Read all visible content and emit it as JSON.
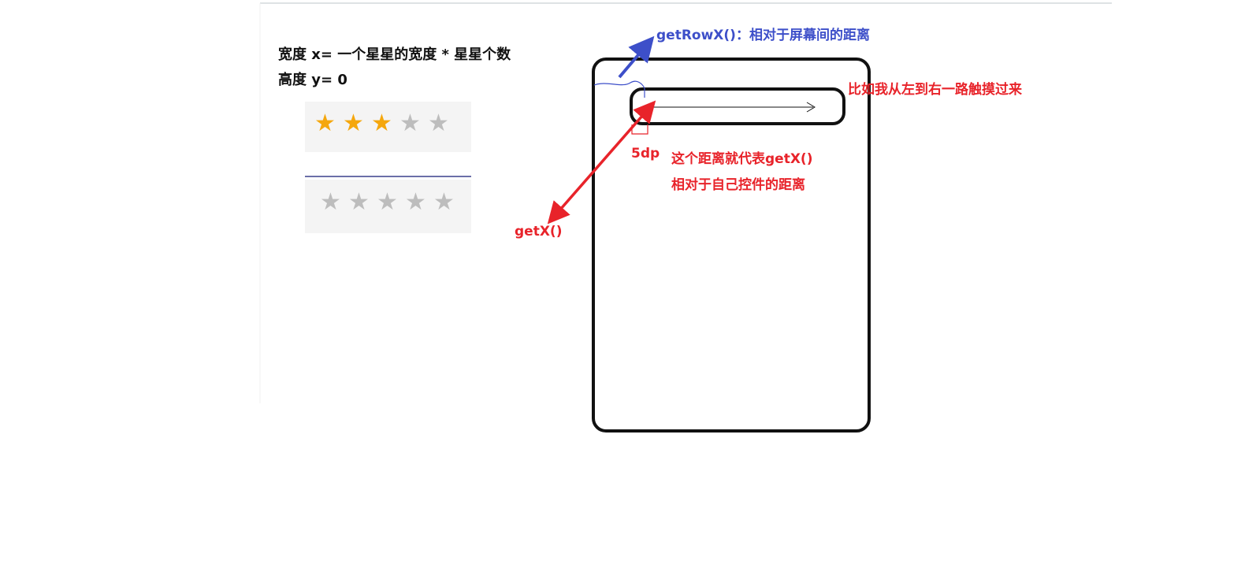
{
  "labels": {
    "width_formula": "宽度 x= 一个星星的宽度 * 星星个数",
    "height_formula": "高度 y= 0",
    "get_row_x": "getRowX()：相对于屏幕间的距离",
    "touch_note": "比如我从左到右一路触摸过来",
    "offset": "5dp",
    "get_x_desc_1": "这个距离就代表getX()",
    "get_x_desc_2": "相对于自己控件的距离",
    "get_x": "getX()"
  },
  "rating_bars": [
    {
      "filled": 3,
      "total": 5
    },
    {
      "filled": 0,
      "total": 5
    }
  ],
  "colors": {
    "blue_annotation": "#3d4fc9",
    "red_annotation": "#e8232a",
    "star_filled": "#f5a70d",
    "star_empty": "#bdbdbd",
    "outline": "#111111"
  },
  "icons": {
    "star": "star-icon",
    "arrow": "arrow-icon"
  }
}
